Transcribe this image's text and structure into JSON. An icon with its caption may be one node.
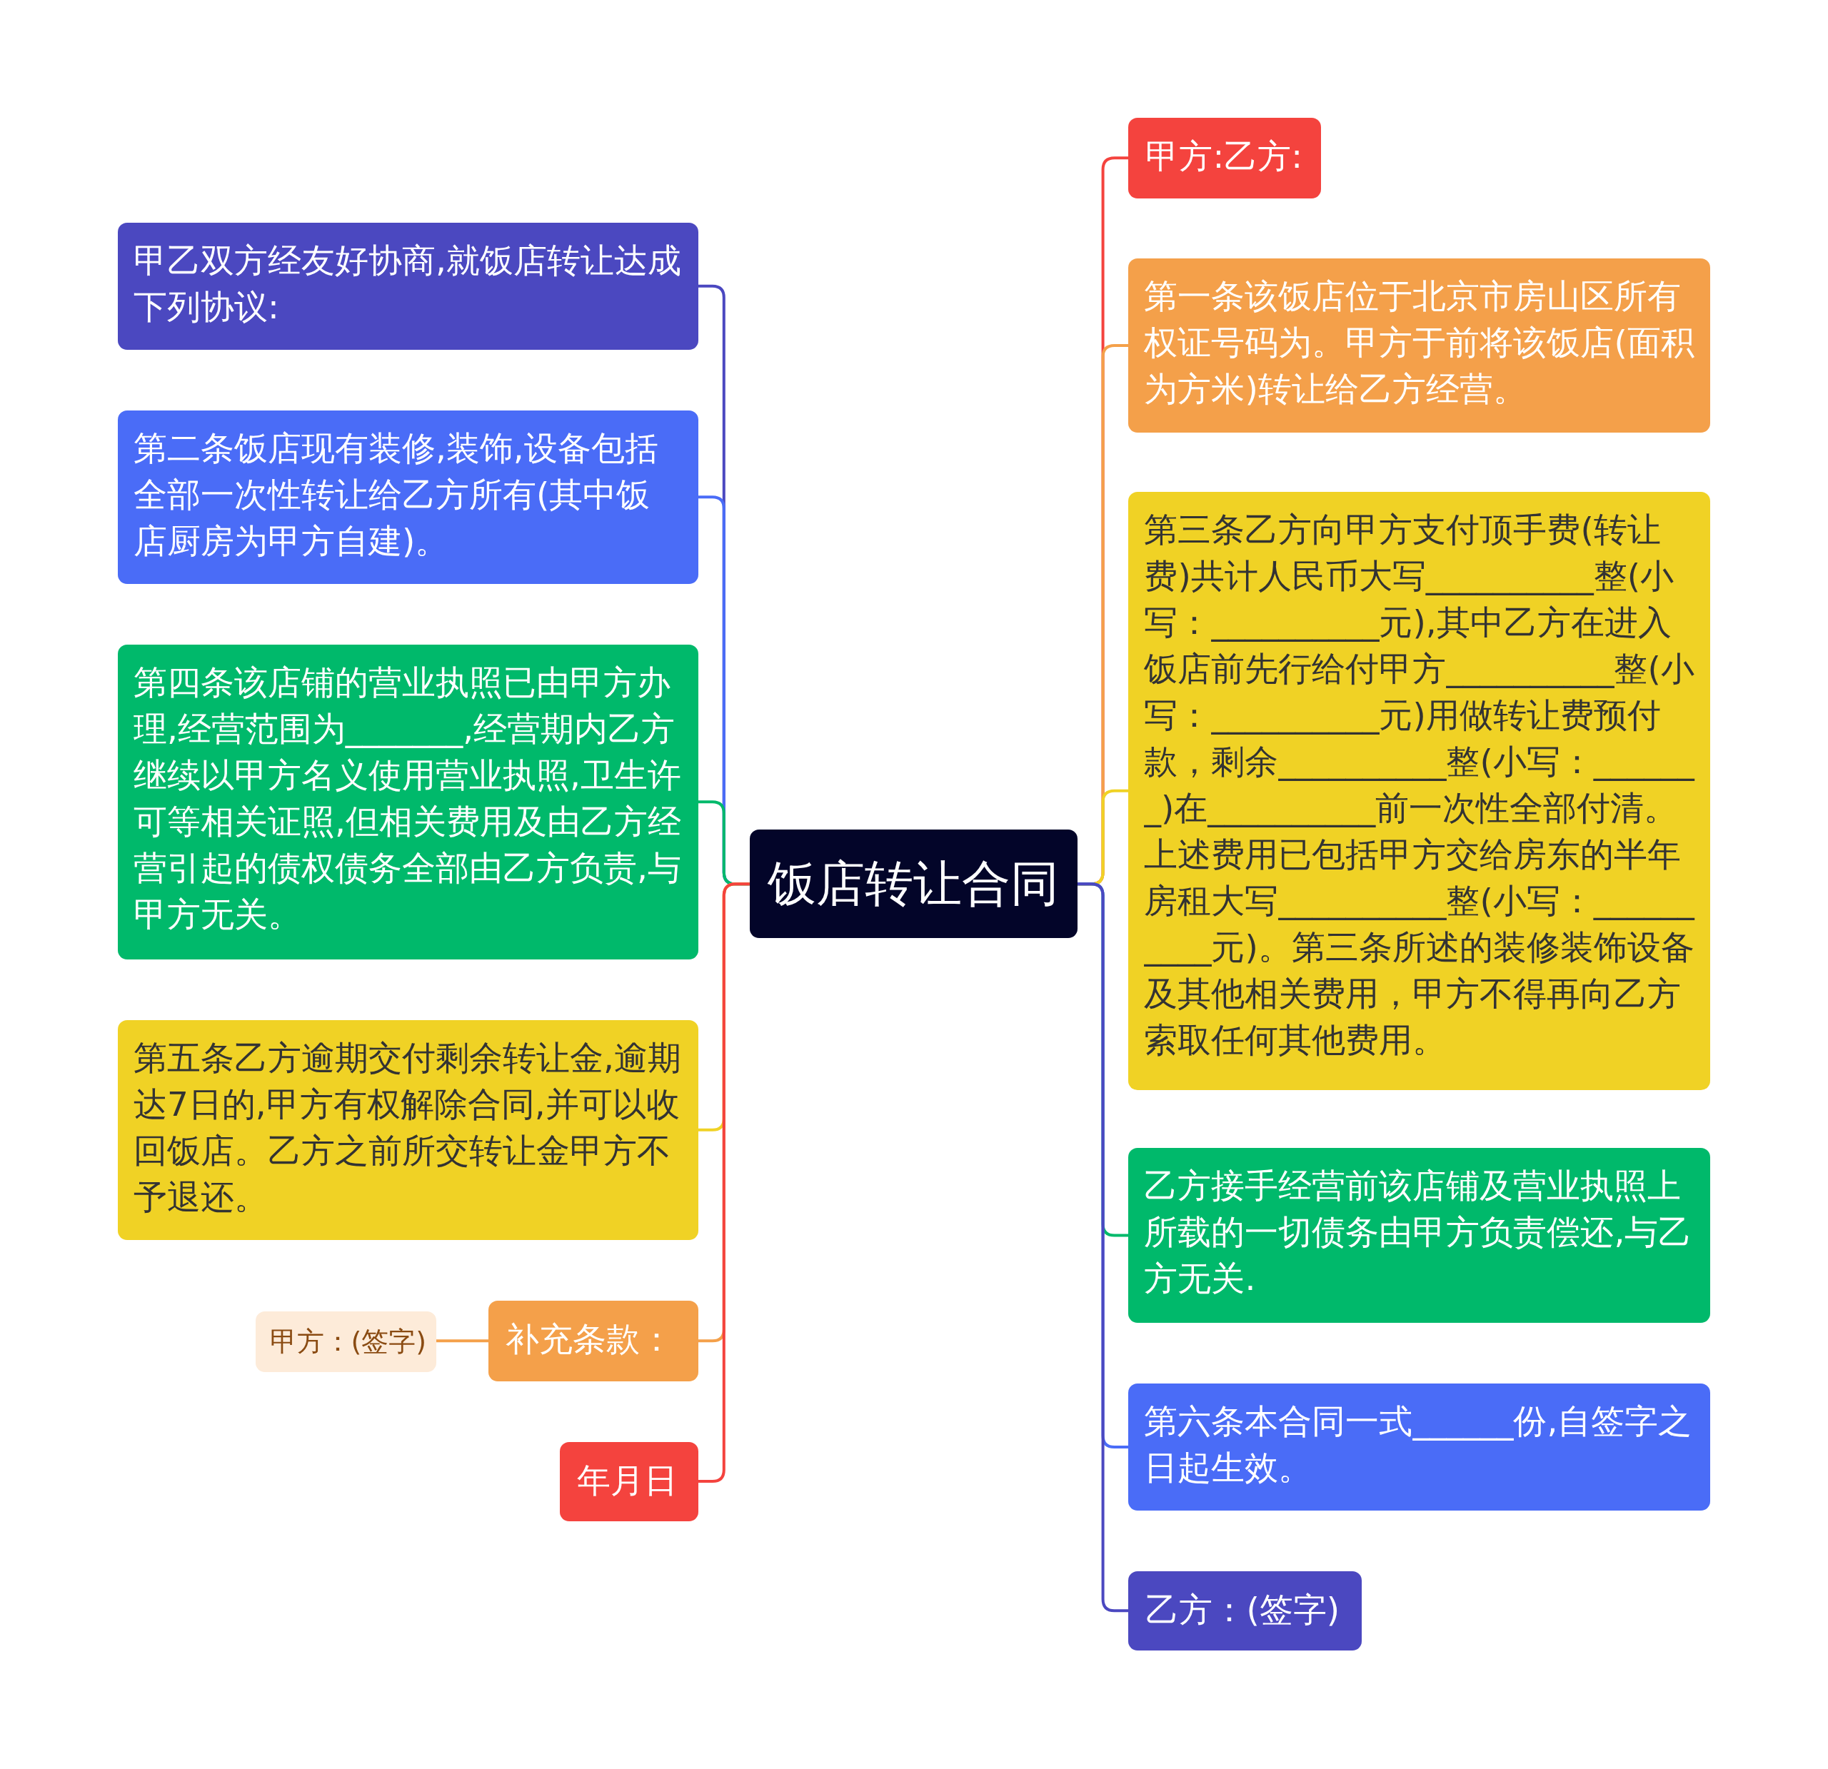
{
  "diagram": {
    "nodes": [
      {
        "text": [
          "饭店转让合同"
        ]
      },
      {
        "text": [
          "甲方:乙方:"
        ]
      },
      {
        "text": [
          "第一条该饭店位于北京市房山区所有权证号码为。甲方于前将该饭店(面积为方米)转让给乙方经营。"
        ]
      },
      {
        "text": [
          "第三条乙方向甲方支付顶手费(转让费)共计人民币大写__________整(小写：__________元),其中乙方在进入饭店前先行给付甲方__________整(小写：__________元)用做转让费预付款，剩余__________整(小写：_______)在__________前一次性全部付清。上述费用已包括甲方交给房东的半年房租大写__________整(小写：__________元)。第三条所述的装修装饰设备及其他相关费用，甲方不得再向乙方索取任何其他费用。"
        ]
      },
      {
        "text": [
          "乙方接手经营前该店铺及营业执照上所载的一切债务由甲方负责偿还,与乙方无关."
        ]
      },
      {
        "text": [
          "第六条本合同一式______份,自签字之日起生效。"
        ]
      },
      {
        "text": [
          "乙方：(签字)"
        ]
      },
      {
        "text": [
          "甲乙双方经友好协商,就饭店转让达成下列协议:"
        ]
      },
      {
        "text": [
          "第二条饭店现有装修,装饰,设备包括全部一次性转让给乙方所有(其中饭店厨房为甲方自建)。"
        ]
      },
      {
        "text": [
          "第四条该店铺的营业执照已由甲方办理,经营范围为_______,经营期内乙方继续以甲方名义使用营业执照,卫生许可等相关证照,但相关费用及由乙方经营引起的债权债务全部由乙方负责,与甲方无关。"
        ]
      },
      {
        "text": [
          "第五条乙方逾期交付剩余转让金,逾期达7日的,甲方有权解除合同,并可以收回饭店。乙方之前所交转让金甲方不予退还。"
        ]
      },
      {
        "text": [
          "补充条款："
        ]
      },
      {
        "text": [
          "甲方：(签字)"
        ]
      },
      {
        "text": [
          "年月日"
        ]
      }
    ],
    "edges": [
      {
        "from": 0,
        "to": 1,
        "arrow": "none",
        "color": "#f4433e"
      },
      {
        "from": 0,
        "to": 2,
        "arrow": "none",
        "color": "#f4a04a"
      },
      {
        "from": 0,
        "to": 3,
        "arrow": "none",
        "color": "#f0d225"
      },
      {
        "from": 0,
        "to": 4,
        "arrow": "none",
        "color": "#00b96b"
      },
      {
        "from": 0,
        "to": 5,
        "arrow": "none",
        "color": "#4a6cf7"
      },
      {
        "from": 0,
        "to": 6,
        "arrow": "none",
        "color": "#4b48c0"
      },
      {
        "from": 0,
        "to": 7,
        "arrow": "none",
        "color": "#4b48c0"
      },
      {
        "from": 0,
        "to": 8,
        "arrow": "none",
        "color": "#4a6cf7"
      },
      {
        "from": 0,
        "to": 9,
        "arrow": "none",
        "color": "#00b96b"
      },
      {
        "from": 0,
        "to": 10,
        "arrow": "none",
        "color": "#f0d225"
      },
      {
        "from": 0,
        "to": 11,
        "arrow": "none",
        "color": "#f4a04a"
      },
      {
        "from": 11,
        "to": 12,
        "arrow": "none",
        "color": "#f4a04a"
      },
      {
        "from": 0,
        "to": 13,
        "arrow": "none",
        "color": "#f4433e"
      }
    ]
  }
}
